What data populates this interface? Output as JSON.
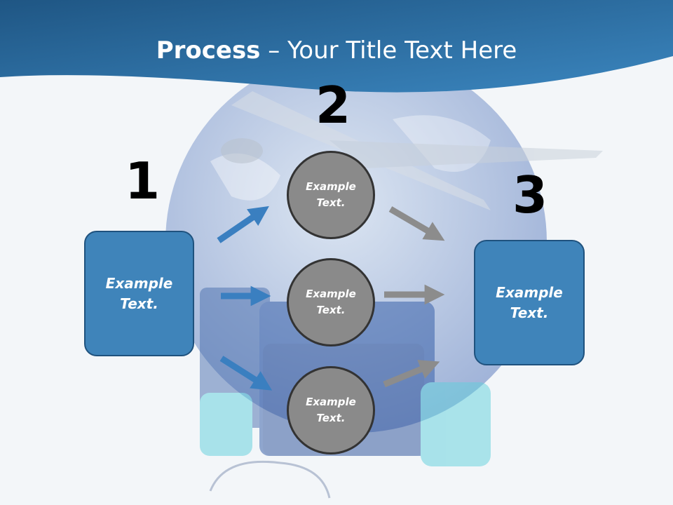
{
  "title": {
    "bold": "Process",
    "rest": " – Your Title Text Here"
  },
  "steps": {
    "one": "1",
    "two": "2",
    "three": "3"
  },
  "left_box": {
    "line1": "Example",
    "line2": "Text."
  },
  "right_box": {
    "line1": "Example",
    "line2": "Text."
  },
  "circles": [
    {
      "line1": "Example",
      "line2": "Text."
    },
    {
      "line1": "Example",
      "line2": "Text."
    },
    {
      "line1": "Example",
      "line2": "Text."
    }
  ],
  "colors": {
    "header": "#2f6fa3",
    "box": "#3f84ba",
    "circle": "#8a8a8a",
    "arrow_blue": "#3a7fc0",
    "arrow_gray": "#8c8c8c"
  }
}
